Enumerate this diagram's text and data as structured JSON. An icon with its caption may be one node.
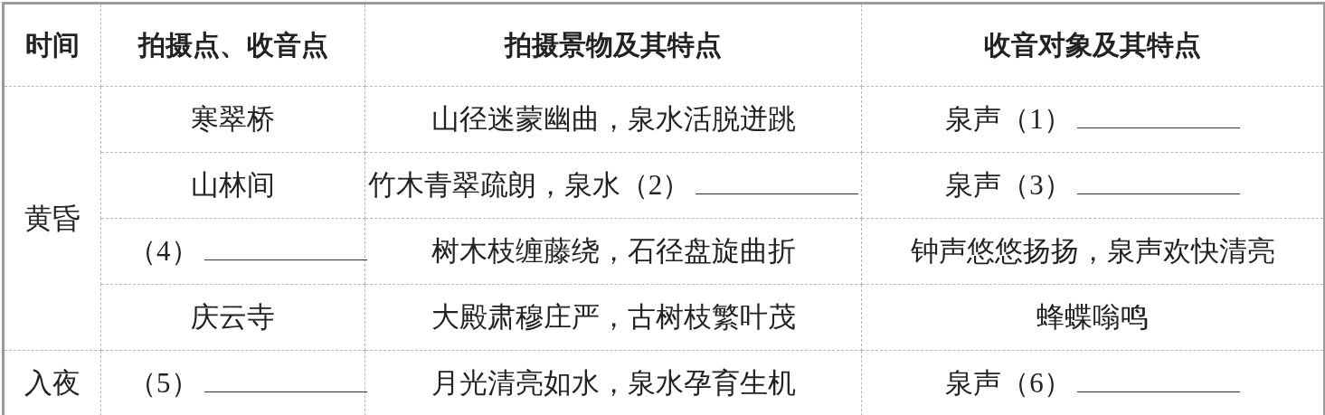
{
  "diagram": {
    "labels": [
      "时间",
      "拍摄点、收音点",
      "拍摄景物及其特点",
      "收音对象及其特点",
      "黄昏",
      "寒翠桥",
      "山径迷蒙幽曲，泉水活脱迸跳",
      "泉声（1）",
      "山林间",
      "竹木青翠疏朗，泉水（2）",
      "泉声（3）",
      "（4）",
      "树木枝缠藤绕，石径盘旋曲折",
      "钟声悠悠扬扬，泉声欢快清亮",
      "庆云寺",
      "大殿肃穆庄严，古树枝繁叶茂",
      "蜂蝶嗡鸣",
      "入夜",
      "（5）",
      "月光清亮如水，泉水孕育生机",
      "泉声（6）"
    ]
  }
}
